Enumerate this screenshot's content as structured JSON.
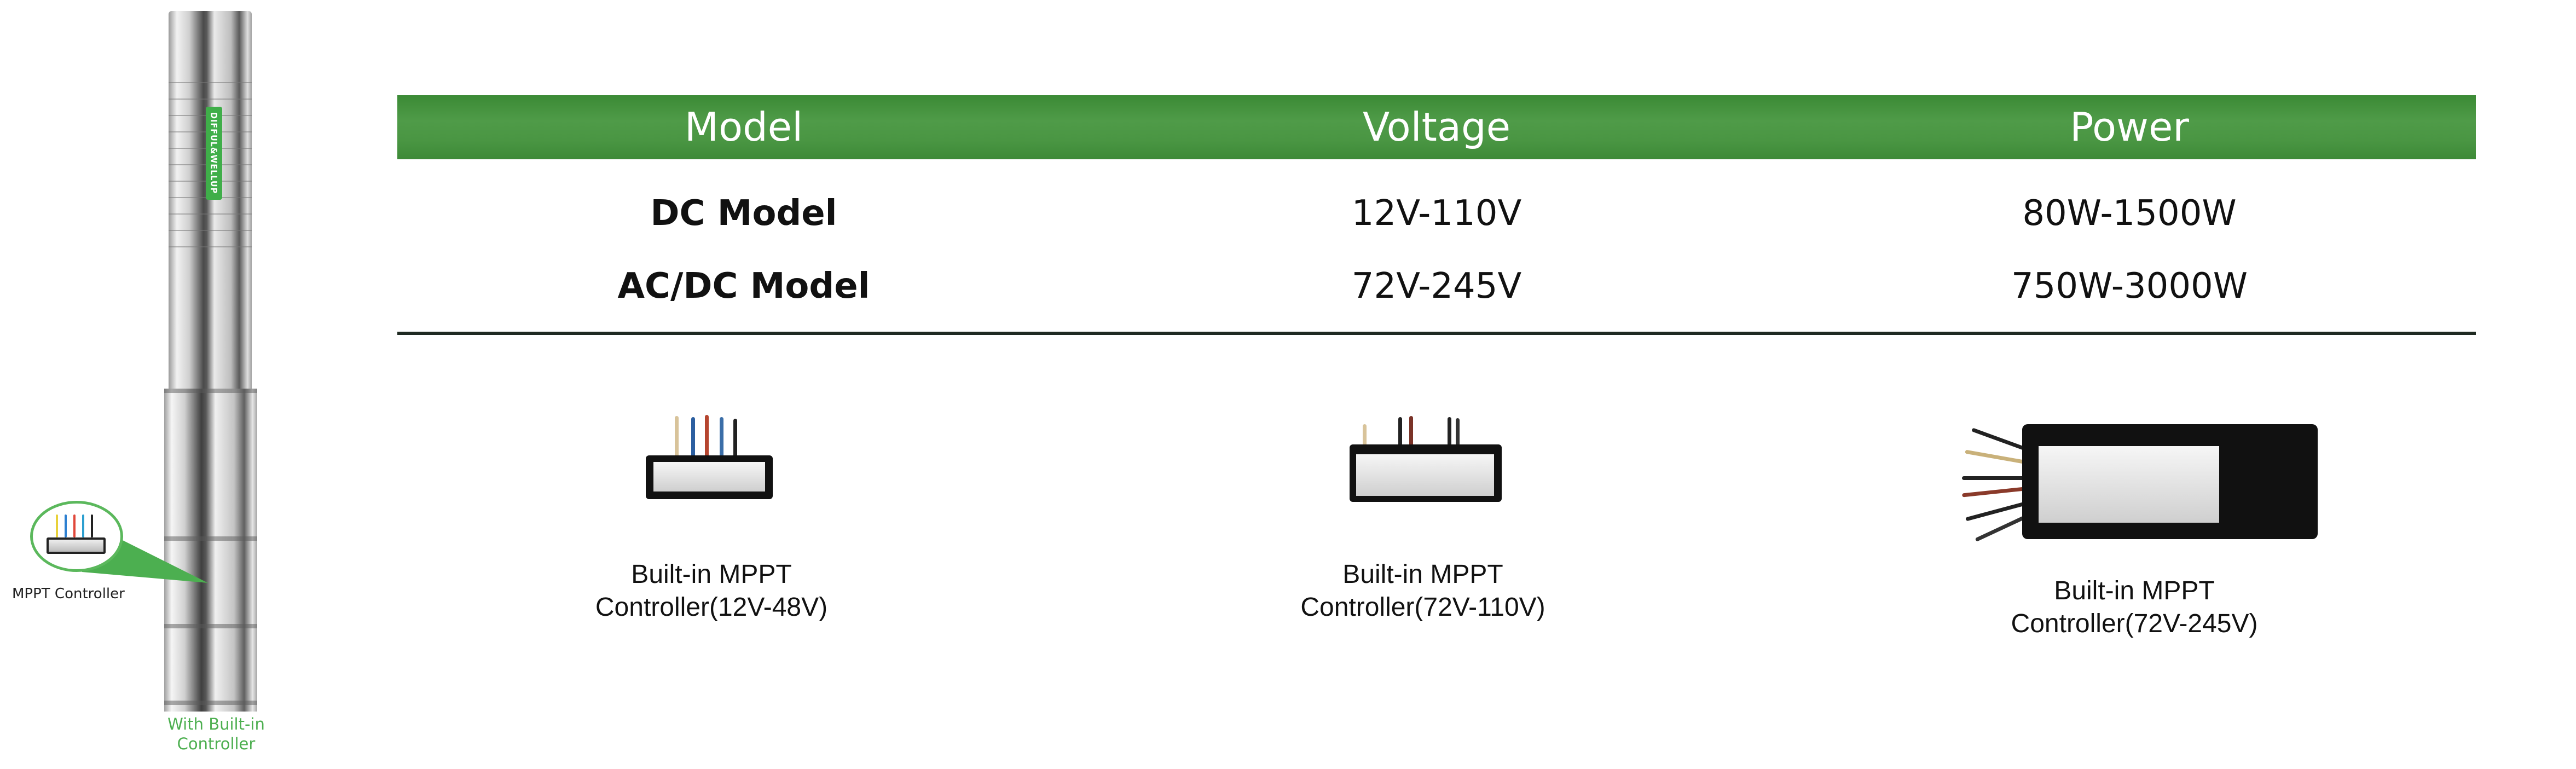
{
  "product": {
    "brand_logo_text": "DIFFUL&WELLUP",
    "callout_label": "MPPT Controller",
    "caption": "With Built-in Controller",
    "caption_line1": "With Built-in",
    "caption_line2": "Controller",
    "accent_color": "#4daf50"
  },
  "table": {
    "header_color": "#4a9643",
    "headers": [
      "Model",
      "Voltage",
      "Power"
    ],
    "rows": [
      {
        "model": "DC Model",
        "voltage": "12V-110V",
        "power": "80W-1500W"
      },
      {
        "model": "AC/DC Model",
        "voltage": "72V-245V",
        "power": "750W-3000W"
      }
    ]
  },
  "controllers": [
    {
      "line1": "Built-in MPPT",
      "line2": "Controller(12V-48V)"
    },
    {
      "line1": "Built-in MPPT",
      "line2": "Controller(72V-110V)"
    },
    {
      "line1": "Built-in MPPT",
      "line2": "Controller(72V-245V)"
    }
  ]
}
